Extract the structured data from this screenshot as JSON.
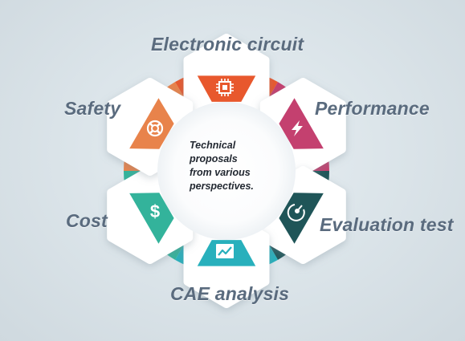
{
  "center": {
    "lines": [
      "Technical",
      "proposals",
      "from various",
      "perspectives."
    ]
  },
  "segments": [
    {
      "key": "electronic",
      "label": "Electronic circuit",
      "color": "#e8582d",
      "icon": "circuit-chip-icon"
    },
    {
      "key": "performance",
      "label": "Performance",
      "color": "#c4406f",
      "icon": "lightning-bolt-icon"
    },
    {
      "key": "evaluation",
      "label": "Evaluation test",
      "color": "#1f5558",
      "icon": "gauge-dial-icon"
    },
    {
      "key": "cae",
      "label": "CAE analysis",
      "color": "#28b0bc",
      "icon": "line-chart-icon"
    },
    {
      "key": "cost",
      "label": "Cost",
      "color": "#33b39b",
      "icon": "dollar-sign-icon"
    },
    {
      "key": "safety",
      "label": "Safety",
      "color": "#e8834b",
      "icon": "lifebuoy-icon"
    }
  ]
}
